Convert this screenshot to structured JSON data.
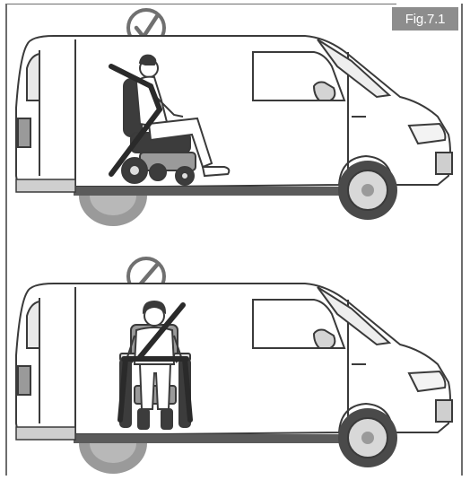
{
  "figure": {
    "label": "Fig.7.1"
  },
  "panels": [
    {
      "status_icon": "checkmark-circle-icon",
      "wheelchair_orientation": "forward-facing",
      "status": "correct"
    },
    {
      "status_icon": "prohibited-circle-icon",
      "wheelchair_orientation": "side-facing",
      "status": "incorrect"
    }
  ],
  "colors": {
    "line": "#3a3a3a",
    "van_body": "#ffffff",
    "floor": "#5b5b5b",
    "tire": "#4a4a4a",
    "rim": "#d8d8d8",
    "shadow_wheel": "#9a9a9a",
    "icon": "#707070",
    "label_bg": "#8d8d8d"
  }
}
